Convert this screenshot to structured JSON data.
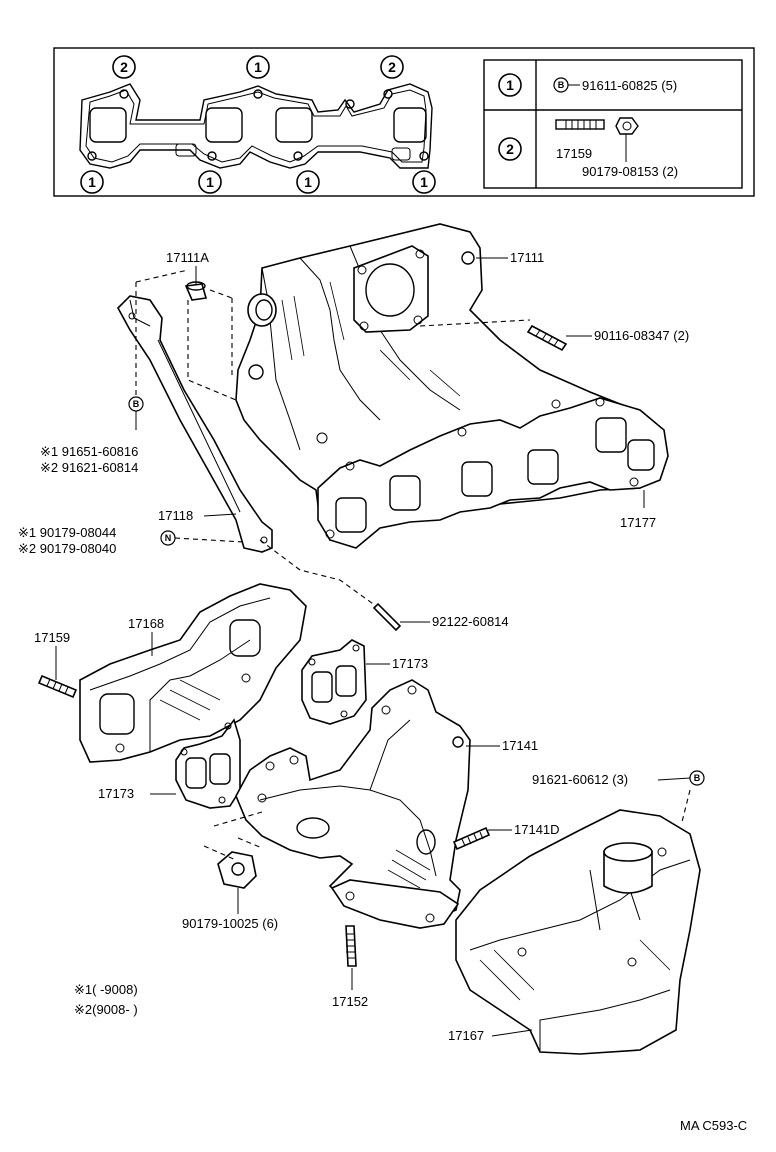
{
  "inset": {
    "marker_1": "1",
    "marker_2": "2",
    "table": [
      {
        "marker": "1",
        "symbol": "B",
        "part": "91611-60825 (5)"
      },
      {
        "marker": "2",
        "part_a": "17159",
        "part_b": "90179-08153 (2)"
      }
    ]
  },
  "labels": {
    "p17111A": "17111A",
    "p17111": "17111",
    "p90116": "90116-08347 (2)",
    "sym_b1": "B",
    "p91651": "※1 91651-60816",
    "p91621a": "※2 91621-60814",
    "p17118": "17118",
    "p90179_08044": "※1 90179-08044",
    "p90179_08040": "※2 90179-08040",
    "sym_n": "N",
    "p17177": "17177",
    "p92122": "92122-60814",
    "p17159": "17159",
    "p17168": "17168",
    "p17173a": "17173",
    "p17141": "17141",
    "p17173b": "17173",
    "p91621b": "91621-60612 (3)",
    "sym_b2": "B",
    "p17141D": "17141D",
    "p90179_10025": "90179-10025 (6)",
    "p17152": "17152",
    "p17167": "17167",
    "note1": "※1(     -9008)",
    "note2": "※2(9008-        )",
    "footer": "MA C593-C"
  }
}
